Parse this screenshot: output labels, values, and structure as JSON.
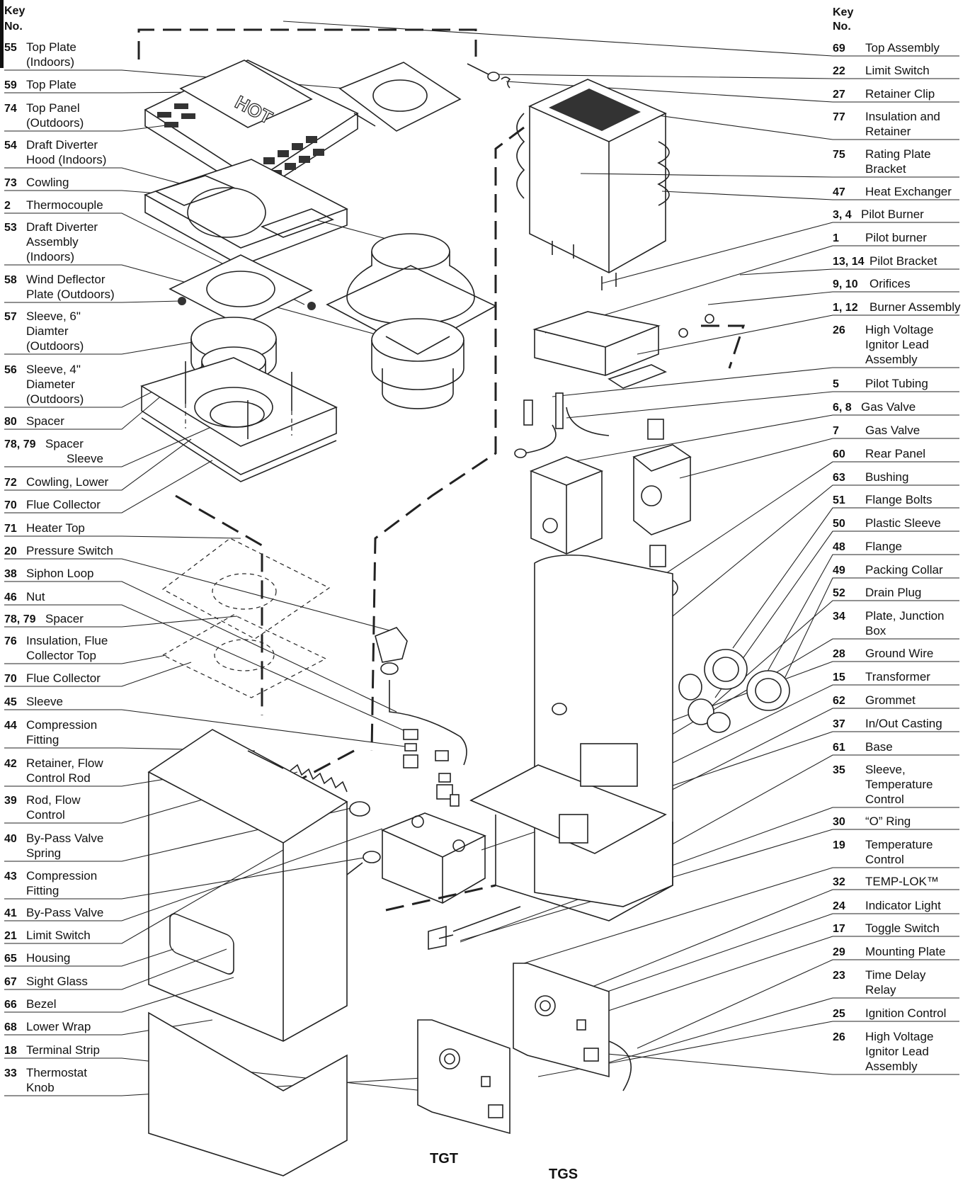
{
  "header": {
    "left_key": "Key",
    "left_no": "No.",
    "right_key": "Key",
    "right_no": "No."
  },
  "left_items": [
    {
      "no": "55",
      "lines": [
        "Top Plate",
        "(Indoors)"
      ]
    },
    {
      "no": "59",
      "lines": [
        "Top Plate"
      ]
    },
    {
      "no": "74",
      "lines": [
        "Top Panel",
        "(Outdoors)"
      ]
    },
    {
      "no": "54",
      "lines": [
        "Draft Diverter",
        "Hood (Indoors)"
      ]
    },
    {
      "no": "73",
      "lines": [
        "Cowling"
      ]
    },
    {
      "no": "2",
      "lines": [
        "Thermocouple"
      ]
    },
    {
      "no": "53",
      "lines": [
        "Draft Diverter",
        "Assembly",
        "(Indoors)"
      ]
    },
    {
      "no": "58",
      "lines": [
        "Wind Deflector",
        "Plate (Outdoors)"
      ]
    },
    {
      "no": "57",
      "lines": [
        "Sleeve, 6\"",
        "Diamter",
        "(Outdoors)"
      ]
    },
    {
      "no": "56",
      "lines": [
        "Sleeve, 4\"",
        "Diameter",
        "(Outdoors)"
      ]
    },
    {
      "no": "80",
      "lines": [
        "Spacer"
      ]
    },
    {
      "no": "78, 79",
      "lines": [
        "Spacer",
        "Sleeve"
      ]
    },
    {
      "no": "72",
      "lines": [
        "Cowling, Lower"
      ]
    },
    {
      "no": "70",
      "lines": [
        "Flue Collector"
      ]
    },
    {
      "no": "71",
      "lines": [
        "Heater Top"
      ]
    },
    {
      "no": "20",
      "lines": [
        "Pressure Switch"
      ]
    },
    {
      "no": "38",
      "lines": [
        "Siphon Loop"
      ]
    },
    {
      "no": "46",
      "lines": [
        "Nut"
      ]
    },
    {
      "no": "78, 79",
      "lines": [
        "Spacer"
      ]
    },
    {
      "no": "76",
      "lines": [
        "Insulation, Flue",
        "Collector Top"
      ]
    },
    {
      "no": "70",
      "lines": [
        "Flue Collector"
      ]
    },
    {
      "no": "45",
      "lines": [
        "Sleeve"
      ]
    },
    {
      "no": "44",
      "lines": [
        "Compression",
        "Fitting"
      ]
    },
    {
      "no": "42",
      "lines": [
        "Retainer, Flow",
        "Control Rod"
      ]
    },
    {
      "no": "39",
      "lines": [
        "Rod, Flow",
        "Control"
      ]
    },
    {
      "no": "40",
      "lines": [
        "By-Pass Valve",
        "Spring"
      ]
    },
    {
      "no": "43",
      "lines": [
        "Compression",
        "Fitting"
      ]
    },
    {
      "no": "41",
      "lines": [
        "By-Pass Valve"
      ]
    },
    {
      "no": "21",
      "lines": [
        "Limit Switch"
      ]
    },
    {
      "no": "65",
      "lines": [
        "Housing"
      ]
    },
    {
      "no": "67",
      "lines": [
        "Sight Glass"
      ]
    },
    {
      "no": "66",
      "lines": [
        "Bezel"
      ]
    },
    {
      "no": "68",
      "lines": [
        "Lower Wrap"
      ]
    },
    {
      "no": "18",
      "lines": [
        "Terminal Strip"
      ]
    },
    {
      "no": "33",
      "lines": [
        "Thermostat",
        "Knob"
      ]
    }
  ],
  "right_items": [
    {
      "no": "69",
      "lines": [
        "Top Assembly"
      ]
    },
    {
      "no": "22",
      "lines": [
        "Limit Switch"
      ]
    },
    {
      "no": "27",
      "lines": [
        "Retainer Clip"
      ]
    },
    {
      "no": "77",
      "lines": [
        "Insulation and",
        "Retainer"
      ]
    },
    {
      "no": "75",
      "lines": [
        "Rating Plate",
        "Bracket"
      ]
    },
    {
      "no": "47",
      "lines": [
        "Heat Exchanger"
      ]
    },
    {
      "no": "3, 4",
      "lines": [
        "Pilot Burner"
      ]
    },
    {
      "no": "1",
      "lines": [
        "Pilot burner"
      ]
    },
    {
      "no": "13, 14",
      "lines": [
        "Pilot Bracket"
      ]
    },
    {
      "no": "9, 10",
      "lines": [
        "Orifices"
      ]
    },
    {
      "no": "1, 12",
      "lines": [
        "Burner Assembly"
      ]
    },
    {
      "no": "26",
      "lines": [
        "High Voltage",
        "Ignitor Lead",
        "Assembly"
      ]
    },
    {
      "no": "5",
      "lines": [
        "Pilot Tubing"
      ]
    },
    {
      "no": "6, 8",
      "lines": [
        "Gas Valve"
      ]
    },
    {
      "no": "7",
      "lines": [
        "Gas Valve"
      ]
    },
    {
      "no": "60",
      "lines": [
        "Rear Panel"
      ]
    },
    {
      "no": "63",
      "lines": [
        "Bushing"
      ]
    },
    {
      "no": "51",
      "lines": [
        "Flange Bolts"
      ]
    },
    {
      "no": "50",
      "lines": [
        "Plastic Sleeve"
      ]
    },
    {
      "no": "48",
      "lines": [
        "Flange"
      ]
    },
    {
      "no": "49",
      "lines": [
        "Packing Collar"
      ]
    },
    {
      "no": "52",
      "lines": [
        "Drain Plug"
      ]
    },
    {
      "no": "34",
      "lines": [
        "Plate, Junction",
        "Box"
      ]
    },
    {
      "no": "28",
      "lines": [
        "Ground Wire"
      ]
    },
    {
      "no": "15",
      "lines": [
        "Transformer"
      ]
    },
    {
      "no": "62",
      "lines": [
        "Grommet"
      ]
    },
    {
      "no": "37",
      "lines": [
        "In/Out Casting"
      ]
    },
    {
      "no": "61",
      "lines": [
        "Base"
      ]
    },
    {
      "no": "35",
      "lines": [
        "Sleeve,",
        "Temperature",
        "Control"
      ]
    },
    {
      "no": "30",
      "lines": [
        "“O” Ring"
      ]
    },
    {
      "no": "19",
      "lines": [
        "Temperature",
        "Control"
      ]
    },
    {
      "no": "32",
      "lines": [
        "TEMP-LOK™"
      ]
    },
    {
      "no": "24",
      "lines": [
        "Indicator Light"
      ]
    },
    {
      "no": "17",
      "lines": [
        "Toggle Switch"
      ]
    },
    {
      "no": "29",
      "lines": [
        "Mounting Plate"
      ]
    },
    {
      "no": "23",
      "lines": [
        "Time Delay",
        "Relay"
      ]
    },
    {
      "no": "25",
      "lines": [
        "Ignition Control"
      ]
    },
    {
      "no": "26",
      "lines": [
        "High Voltage",
        "Ignitor Lead",
        "Assembly"
      ]
    }
  ],
  "figure_labels": {
    "tgt": "TGT",
    "tgs": "TGS",
    "hot_stamp": "HOT"
  }
}
